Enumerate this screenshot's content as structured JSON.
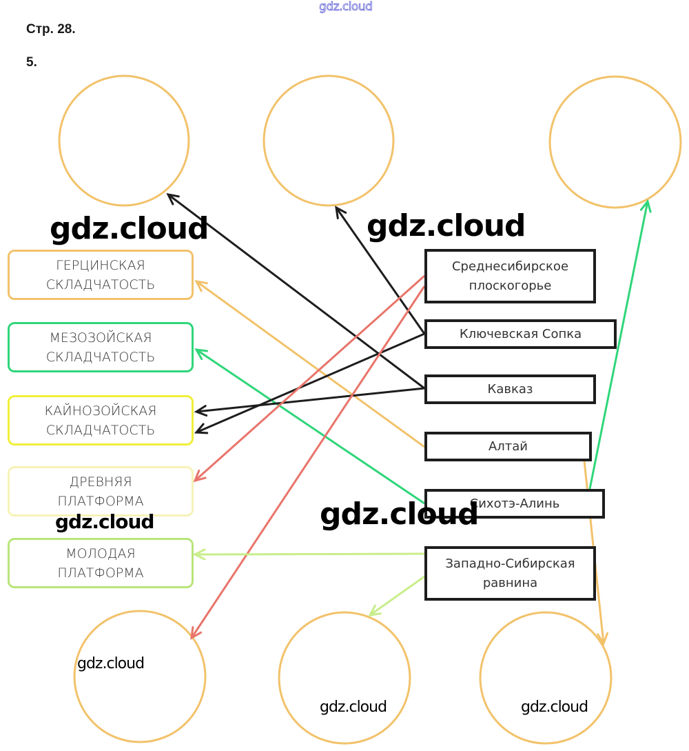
{
  "header": {
    "watermark_top": "gdz.cloud",
    "page_ref": "Стр. 28.",
    "task_number": "5."
  },
  "left_categories": [
    {
      "id": "hercynian",
      "line1": "ГЕРЦИНСКАЯ",
      "line2": "СКЛАДЧАТОСТЬ",
      "color": "#f2c26b"
    },
    {
      "id": "mesozoic",
      "line1": "МЕЗОЗОЙСКАЯ",
      "line2": "СКЛАДЧАТОСТЬ",
      "color": "#2fd67a"
    },
    {
      "id": "cenozoic",
      "line1": "КАЙНОЗОЙСКАЯ",
      "line2": "СКЛАДЧАТОСТЬ",
      "color": "#f0ef3a"
    },
    {
      "id": "ancient",
      "line1": "ДРЕВНЯЯ",
      "line2": "ПЛАТФОРМА",
      "color": "#f7f2b8"
    },
    {
      "id": "young",
      "line1": "МОЛОДАЯ",
      "line2": "ПЛАТФОРМА",
      "color": "#b9e57a"
    }
  ],
  "right_objects": [
    {
      "id": "central-siberian",
      "line1": "Среднесибирское",
      "line2": "плоскогорье"
    },
    {
      "id": "klyuchevskaya",
      "line1": "Ключевская Сопка",
      "line2": ""
    },
    {
      "id": "caucasus",
      "line1": "Кавказ",
      "line2": ""
    },
    {
      "id": "altai",
      "line1": "Алтай",
      "line2": ""
    },
    {
      "id": "sikhote-alin",
      "line1": "Сихотэ-Алинь",
      "line2": ""
    },
    {
      "id": "west-siberian",
      "line1": "Западно-Сибирская",
      "line2": "равнина"
    }
  ],
  "circles": {
    "top": [
      "",
      "",
      ""
    ],
    "bottom": [
      "",
      "",
      ""
    ],
    "stroke_color": "#f2c26b"
  },
  "connections": [
    {
      "from": "caucasus",
      "to": "circle-top-1",
      "color": "#1d1d1d"
    },
    {
      "from": "klyuchevskaya",
      "to": "circle-top-2",
      "color": "#1d1d1d"
    },
    {
      "from": "sikhote-alin",
      "to": "circle-top-3",
      "color": "#2fd67a"
    },
    {
      "from": "altai",
      "to": "hercynian",
      "color": "#f2c26b"
    },
    {
      "from": "sikhote-alin",
      "to": "mesozoic",
      "color": "#2fd67a"
    },
    {
      "from": "caucasus",
      "to": "cenozoic",
      "color": "#1d1d1d"
    },
    {
      "from": "klyuchevskaya",
      "to": "cenozoic",
      "color": "#1d1d1d"
    },
    {
      "from": "central-siberian",
      "to": "ancient",
      "color": "#e8746a"
    },
    {
      "from": "central-siberian",
      "to": "circle-bottom-1",
      "color": "#e8746a"
    },
    {
      "from": "west-siberian",
      "to": "young",
      "color": "#c8ee8a"
    },
    {
      "from": "west-siberian",
      "to": "circle-bottom-2",
      "color": "#c8ee8a"
    },
    {
      "from": "altai",
      "to": "circle-bottom-3",
      "color": "#f2c26b"
    }
  ],
  "watermarks": {
    "w1": "gdz.cloud",
    "w2": "gdz.cloud",
    "w3": "gdz.cloud",
    "w4": "gdz.cloud",
    "w5": "gdz.cloud",
    "w6": "gdz.cloud",
    "w7": "gdz.cloud"
  }
}
